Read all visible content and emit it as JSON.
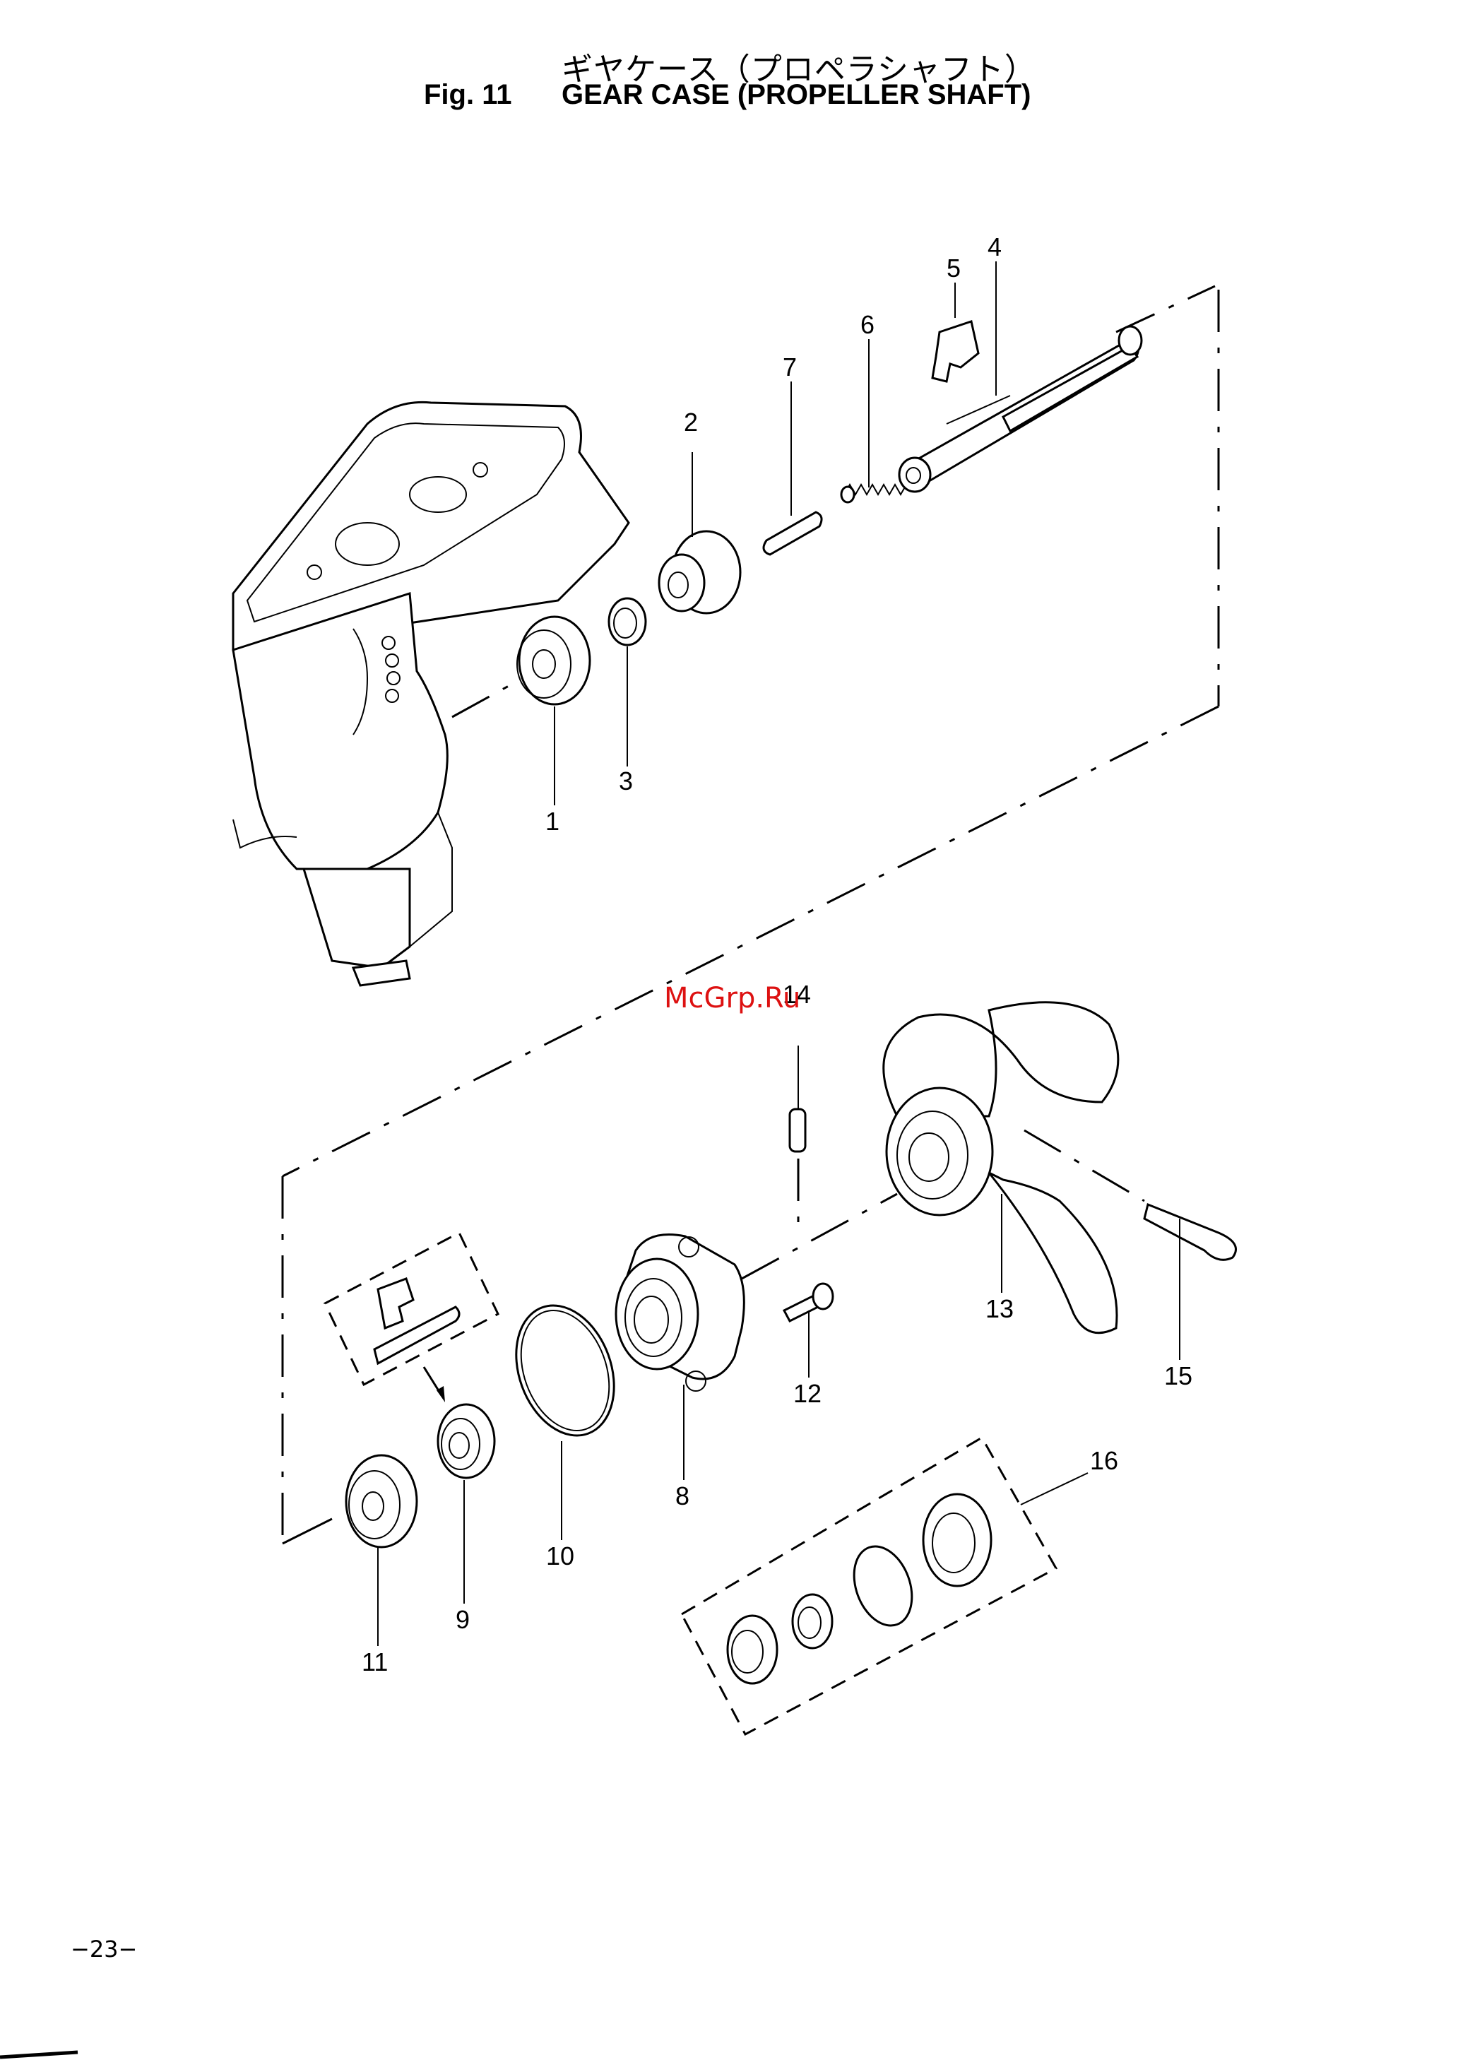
{
  "title": {
    "japanese": "ギヤケース（プロペラシャフト）",
    "figure_label": "Fig. 11",
    "english": "GEAR CASE (PROPELLER SHAFT)"
  },
  "watermark": "McGrp.Ru",
  "page_number": "−23−",
  "callouts": [
    "1",
    "2",
    "3",
    "4",
    "5",
    "6",
    "7",
    "8",
    "9",
    "10",
    "11",
    "12",
    "13",
    "14",
    "15",
    "16"
  ]
}
